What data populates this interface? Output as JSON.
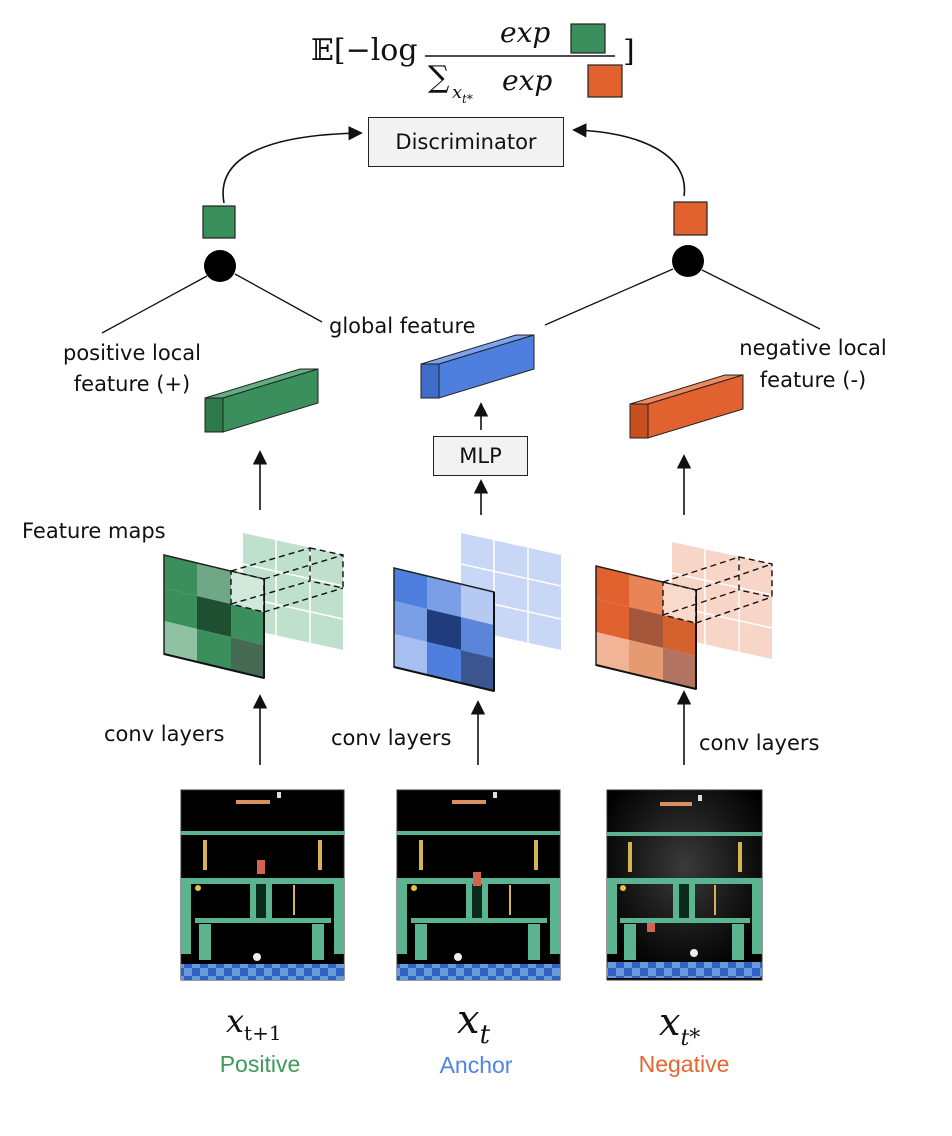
{
  "formula": {
    "expectation": "𝔼[−log",
    "numerator": "exp",
    "denominator_sum": "∑",
    "denominator_sub": "x",
    "denominator_sub2": "t*",
    "denominator_exp": "exp",
    "close": "]"
  },
  "discriminator_label": "Discriminator",
  "mlp_label": "MLP",
  "global_feature_label": "global feature",
  "positive_local_label": [
    "positive local",
    "feature (+)"
  ],
  "negative_local_label": [
    "negative local",
    "feature (-)"
  ],
  "feature_maps_label": "Feature maps",
  "conv_label": "conv layers",
  "frames": [
    {
      "var": "x",
      "sub": "t+1",
      "caption": "Positive"
    },
    {
      "var": "x",
      "sub": "t",
      "caption": "Anchor"
    },
    {
      "var": "x",
      "sub": "t*",
      "caption": "Negative"
    }
  ],
  "colors": {
    "positive": "#3a8f5c",
    "anchor": "#4f7fde",
    "negative": "#e2622f",
    "positive_text": "#3d9a58",
    "anchor_text": "#4f84e6",
    "negative_text": "#e5662f"
  },
  "icons": {
    "dot": "black-circle",
    "arrow": "arrow-up-icon",
    "curved_arrow": "curved-arrow-icon"
  }
}
